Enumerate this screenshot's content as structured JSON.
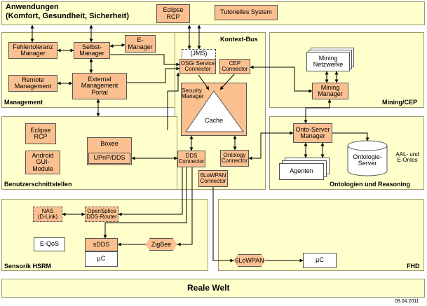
{
  "top_layer": {
    "title_line1": "Anwendungen",
    "title_line2": "(Komfort, Gesundheit, Sicherheit)",
    "eclipse_rcp": "Eclipse\nRCP",
    "tutorial": "Tutorielles System"
  },
  "management": {
    "label": "Management",
    "fault_tolerance": "Fehlertoleranz\nManager",
    "self_manager": "Selbst-\nManager",
    "e_manager": "E-\nManager",
    "remote": "Remote\nManagement",
    "external_portal": "External\nManagement\nPortal"
  },
  "context_bus": {
    "label": "Kontext-Bus",
    "jms": "(JMS)",
    "osgi": "OSGi Service\nConnector",
    "cep_connector": "CEP\nConnector",
    "security": "Security\nManager",
    "cache": "Cache",
    "dds_connector": "DDS\nConnector",
    "ontology_connector": "Ontology\nConnector",
    "lowpan_connector": "6LoWPAN\nConnector"
  },
  "mining": {
    "label": "Mining/CEP",
    "networks": "Mining\nNetzwerke",
    "manager": "Mining\nManager"
  },
  "ui": {
    "label": "Benutzerschnittstellen",
    "eclipse_rcp": "Eclipse\nRCP",
    "android": "Android\nGUI-Module",
    "boxee": "Boxee",
    "upnp": "UPnP/DDS"
  },
  "ontology": {
    "label": "Ontologien und Reasoning",
    "onto_server_manager": "Onto-Server\nManager",
    "agents": "Agenten",
    "ontology_server": "Ontologie-\nServer",
    "aal": "AAL- und\nE-Ontos"
  },
  "sensorik": {
    "label": "Sensorik HSRM",
    "nas": "NAS\n(D-Link)",
    "opensplice": "OpenSplice\nDDS-Router",
    "eqos": "E-QoS",
    "sdds": "sDDS",
    "uc": "µC",
    "zigbee": "ZigBee"
  },
  "fhd": {
    "label": "FHD",
    "lowpan": "6LoWPAN",
    "uc": "µC"
  },
  "bottom": {
    "label": "Reale Welt",
    "date": "08.04.2011"
  }
}
